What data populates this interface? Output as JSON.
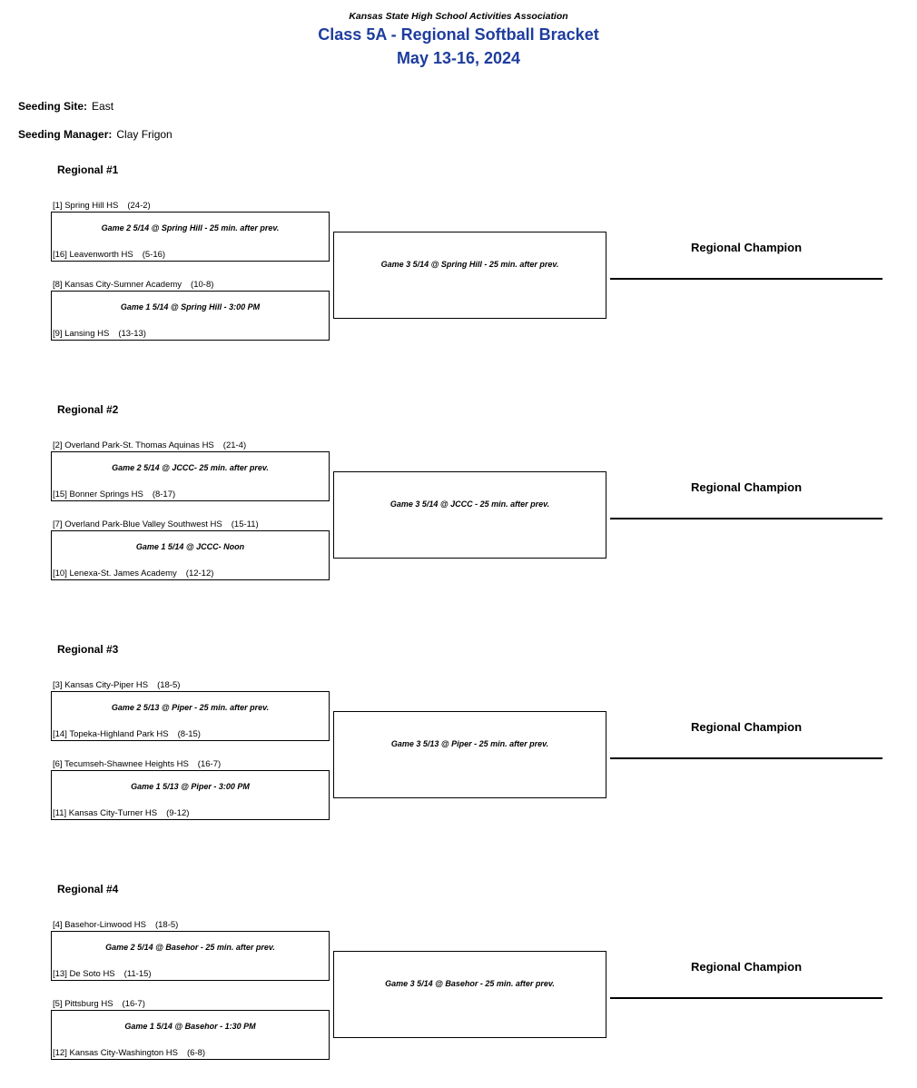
{
  "header": {
    "association": "Kansas State High School Activities Association",
    "title": "Class 5A - Regional Softball Bracket",
    "dates": "May 13-16, 2024",
    "accent_color": "#1e3d9d",
    "text_color": "#000000"
  },
  "info": {
    "site_label": "Seeding Site:",
    "site_value": "East",
    "manager_label": "Seeding Manager:",
    "manager_value": "Clay Frigon"
  },
  "champion_label": "Regional Champion",
  "regionals": [
    {
      "title": "Regional #1",
      "teams": [
        {
          "name": "[1] Spring Hill HS",
          "record": "(24-2)"
        },
        {
          "name": "[16] Leavenworth HS",
          "record": "(5-16)"
        },
        {
          "name": "[8] Kansas City-Sumner Academy",
          "record": "(10-8)"
        },
        {
          "name": "[9] Lansing HS",
          "record": "(13-13)"
        }
      ],
      "games": {
        "top": "Game 2 5/14 @ Spring Hill - 25 min. after prev.",
        "bottom": "Game 1 5/14 @ Spring Hill - 3:00 PM",
        "final": "Game 3 5/14 @ Spring Hill - 25 min. after prev."
      }
    },
    {
      "title": "Regional #2",
      "teams": [
        {
          "name": "[2] Overland Park-St. Thomas Aquinas HS",
          "record": "(21-4)"
        },
        {
          "name": "[15] Bonner Springs HS",
          "record": "(8-17)"
        },
        {
          "name": "[7] Overland Park-Blue Valley Southwest HS",
          "record": "(15-11)"
        },
        {
          "name": "[10] Lenexa-St. James Academy",
          "record": "(12-12)"
        }
      ],
      "games": {
        "top": "Game 2 5/14 @ JCCC- 25 min. after prev.",
        "bottom": "Game 1 5/14 @ JCCC- Noon",
        "final": "Game 3 5/14 @ JCCC - 25 min. after prev."
      }
    },
    {
      "title": "Regional #3",
      "teams": [
        {
          "name": "[3] Kansas City-Piper HS",
          "record": "(18-5)"
        },
        {
          "name": "[14] Topeka-Highland Park HS",
          "record": "(8-15)"
        },
        {
          "name": "[6] Tecumseh-Shawnee Heights HS",
          "record": "(16-7)"
        },
        {
          "name": "[11] Kansas City-Turner HS",
          "record": "(9-12)"
        }
      ],
      "games": {
        "top": "Game 2 5/13 @ Piper - 25 min. after prev.",
        "bottom": "Game 1 5/13 @ Piper - 3:00 PM",
        "final": "Game 3 5/13 @ Piper - 25 min. after prev."
      }
    },
    {
      "title": "Regional #4",
      "teams": [
        {
          "name": "[4] Basehor-Linwood HS",
          "record": "(18-5)"
        },
        {
          "name": "[13] De Soto HS",
          "record": "(11-15)"
        },
        {
          "name": "[5] Pittsburg HS",
          "record": "(16-7)"
        },
        {
          "name": "[12] Kansas City-Washington HS",
          "record": "(6-8)"
        }
      ],
      "games": {
        "top": "Game 2 5/14 @ Basehor - 25 min. after prev.",
        "bottom": "Game 1 5/14 @ Basehor - 1:30 PM",
        "final": "Game 3 5/14 @ Basehor - 25 min. after prev."
      }
    }
  ]
}
